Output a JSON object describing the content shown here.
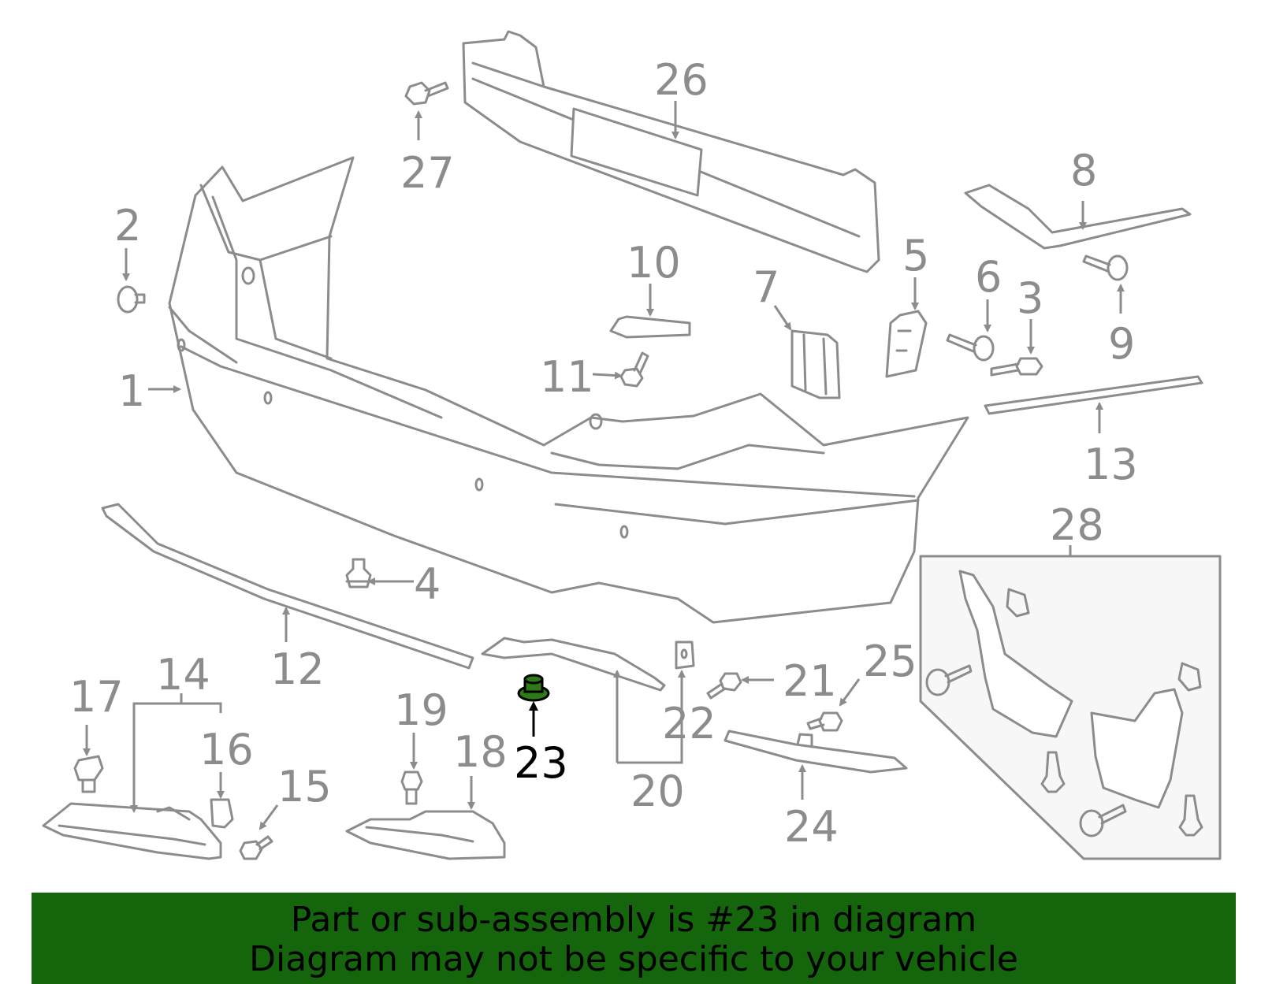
{
  "diagram": {
    "callouts": {
      "c1": "1",
      "c2": "2",
      "c3": "3",
      "c4": "4",
      "c5": "5",
      "c6": "6",
      "c7": "7",
      "c8": "8",
      "c9": "9",
      "c10": "10",
      "c11": "11",
      "c12": "12",
      "c13": "13",
      "c14": "14",
      "c15": "15",
      "c16": "16",
      "c17": "17",
      "c18": "18",
      "c19": "19",
      "c20": "20",
      "c21": "21",
      "c22": "22",
      "c23": "23",
      "c24": "24",
      "c25": "25",
      "c26": "26",
      "c27": "27",
      "c28": "28"
    },
    "highlighted_part": "23",
    "colors": {
      "line": "#8c8c8c",
      "highlight_part": "#2f7a18",
      "footer_bg": "#14650b"
    }
  },
  "footer": {
    "line1": "Part or sub-assembly is #23 in diagram",
    "line2": "Diagram may not be specific to your vehicle"
  }
}
